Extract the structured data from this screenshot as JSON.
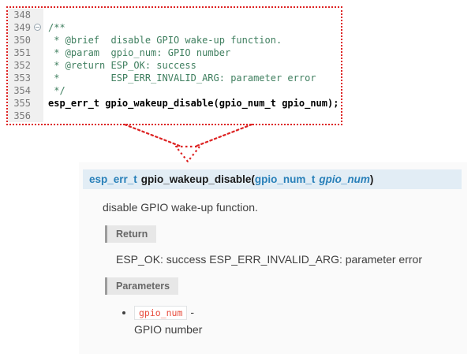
{
  "editor": {
    "fold_icon": "circle-minus",
    "lines": [
      {
        "num": "348",
        "text": ""
      },
      {
        "num": "349",
        "text": "/**"
      },
      {
        "num": "350",
        "text": " * @brief  disable GPIO wake-up function."
      },
      {
        "num": "351",
        "text": " * @param  gpio_num: GPIO number"
      },
      {
        "num": "352",
        "text": " * @return ESP_OK: success"
      },
      {
        "num": "353",
        "text": " *         ESP_ERR_INVALID_ARG: parameter error"
      },
      {
        "num": "354",
        "text": " */"
      },
      {
        "num": "355",
        "text": "esp_err_t gpio_wakeup_disable(gpio_num_t gpio_num);"
      },
      {
        "num": "356",
        "text": ""
      }
    ]
  },
  "arrow": {
    "icon": "dotted-down-arrow"
  },
  "doc": {
    "signature": {
      "return_type": "esp_err_t",
      "name": "gpio_wakeup_disable",
      "open_paren": "(",
      "param_type": "gpio_num_t",
      "param_name": "gpio_num",
      "close_paren": ")"
    },
    "brief": "disable GPIO wake-up function.",
    "return_section": {
      "label": "Return",
      "text": "ESP_OK: success ESP_ERR_INVALID_ARG: parameter error"
    },
    "parameters_section": {
      "label": "Parameters",
      "items": [
        {
          "code": "gpio_num",
          "separator": "-",
          "description": "GPIO number"
        }
      ]
    }
  },
  "colors": {
    "comment_green": "#3F7F5F",
    "snippet_border_red": "#dd2222",
    "signature_bg": "#e2edf5",
    "link_blue": "#2980b9",
    "inline_code_red": "#e74c3c",
    "panel_bg": "#fafafa",
    "field_header_bg": "#e7e7e7"
  }
}
